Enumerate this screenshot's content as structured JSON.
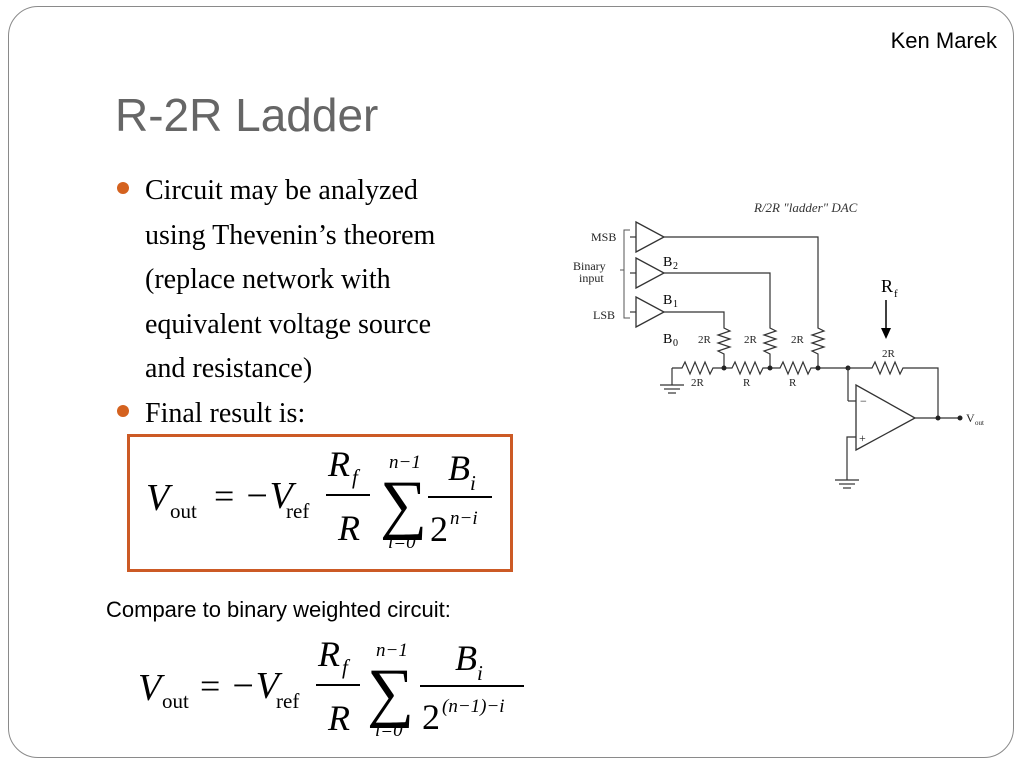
{
  "author": "Ken Marek",
  "title": "R-2R Ladder",
  "bullets": [
    {
      "lines": [
        "Circuit may be analyzed",
        "using Thevenin’s theorem",
        "(replace network with",
        "equivalent voltage source",
        "and resistance)"
      ]
    },
    {
      "lines": [
        "Final result is:"
      ]
    }
  ],
  "formula1": {
    "lhs": "V",
    "lhs_sub": "out",
    "equals": "=",
    "minus_v": "−V",
    "ref_sub": "ref",
    "num": "R",
    "num_sub": "f",
    "den": "R",
    "sum_top": "n−1",
    "sum_bottom": "i=0",
    "frac_num": "B",
    "frac_num_sub": "i",
    "frac_den": "2",
    "frac_den_exp": "n−i"
  },
  "compare_label": "Compare to binary weighted circuit:",
  "formula2": {
    "lhs": "V",
    "lhs_sub": "out",
    "equals": "=",
    "minus_v": "−V",
    "ref_sub": "ref",
    "num": "R",
    "num_sub": "f",
    "den": "R",
    "sum_top": "n−1",
    "sum_bottom": "i=0",
    "frac_num": "B",
    "frac_num_sub": "i",
    "frac_den": "2",
    "frac_den_exp": "(n−1)−i"
  },
  "circuit": {
    "caption": "R/2R \"ladder\" DAC",
    "msb": "MSB",
    "lsb": "LSB",
    "binary": "Binary",
    "input": "input",
    "b2": "B",
    "b2_sub": "2",
    "b1": "B",
    "b1_sub": "1",
    "b0": "B",
    "b0_sub": "0",
    "rf": "R",
    "rf_sub": "f",
    "r2": "2R",
    "r": "R",
    "vout": "V",
    "vout_sub": "out",
    "minus": "−",
    "plus": "+"
  },
  "colors": {
    "accent": "#d4621f",
    "box_border": "#cc5a25",
    "title": "#666666"
  }
}
